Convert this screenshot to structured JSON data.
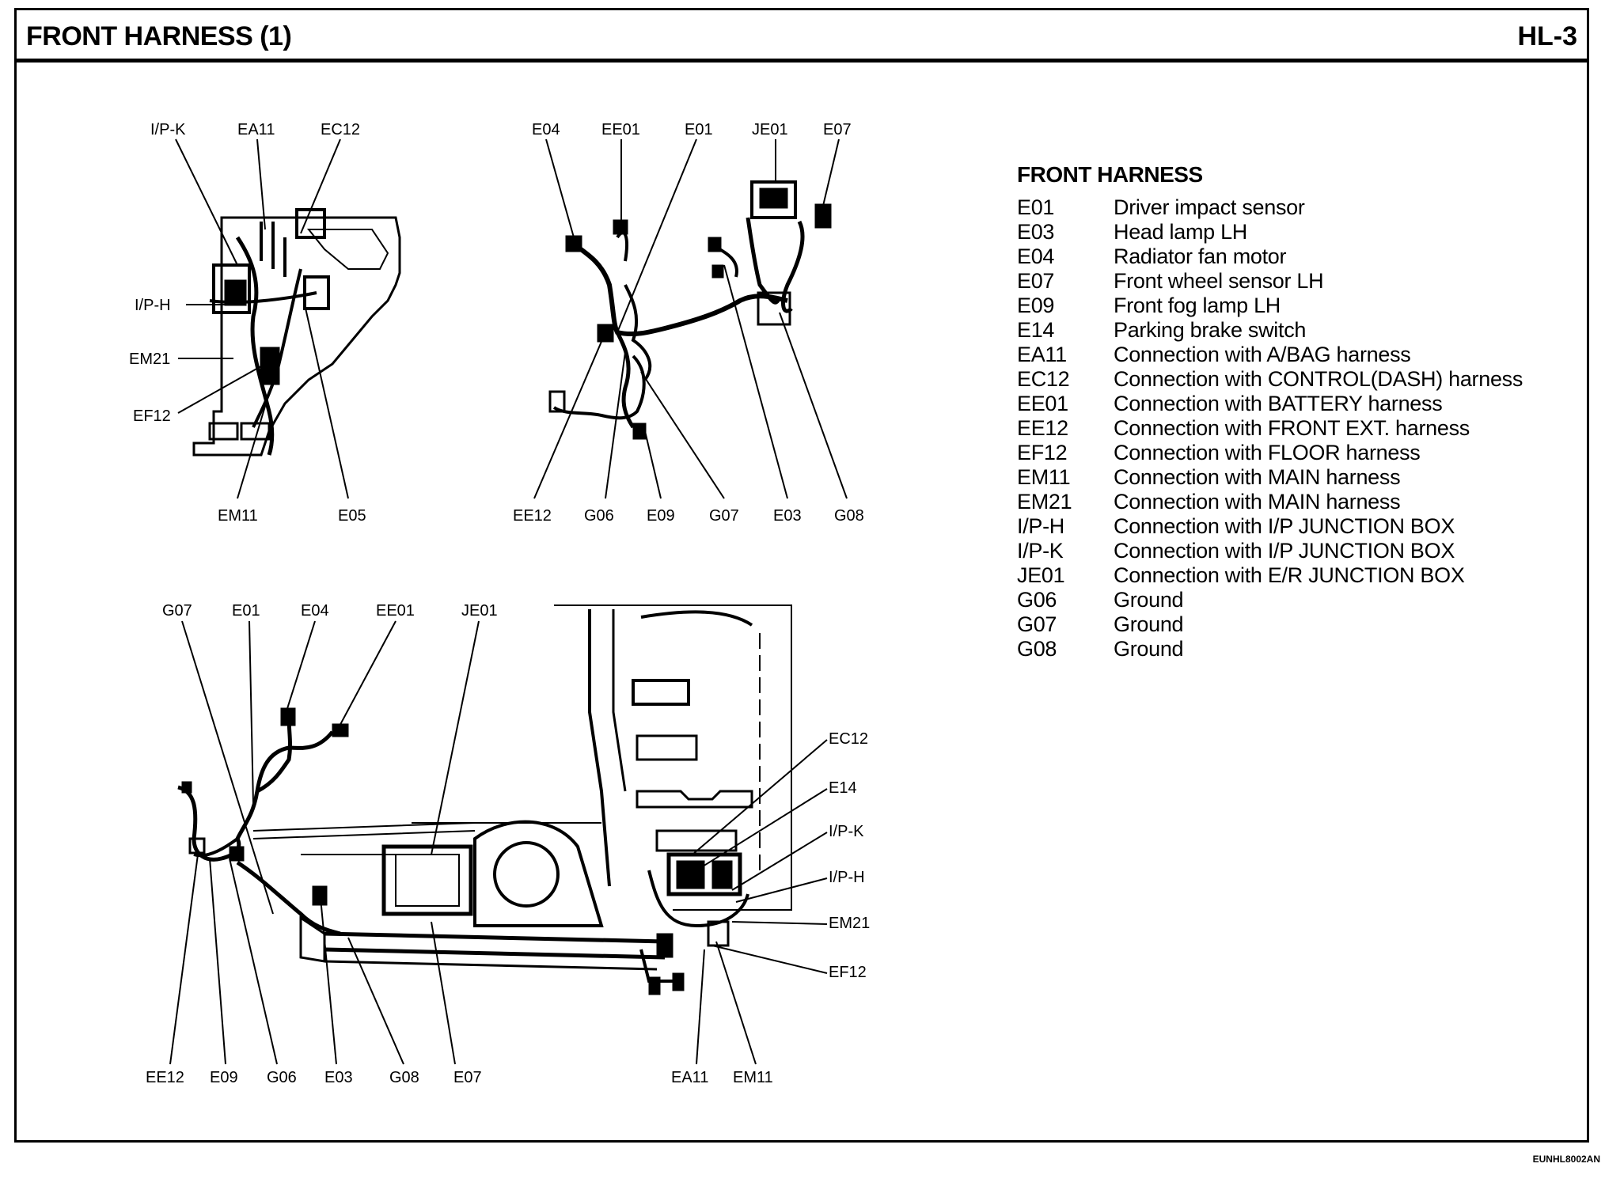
{
  "header": {
    "title": "FRONT HARNESS (1)",
    "page_code": "HL-3"
  },
  "diagram1": {
    "labels": {
      "ipk": "I/P-K",
      "ea11": "EA11",
      "ec12": "EC12",
      "iph": "I/P-H",
      "em21": "EM21",
      "ef12": "EF12",
      "em11": "EM11",
      "e05": "E05"
    }
  },
  "diagram2": {
    "labels": {
      "e04": "E04",
      "ee01": "EE01",
      "e01": "E01",
      "je01": "JE01",
      "e07": "E07",
      "ee12": "EE12",
      "g06": "G06",
      "e09": "E09",
      "g07": "G07",
      "e03": "E03",
      "g08": "G08"
    }
  },
  "diagram3": {
    "top_labels": {
      "g07": "G07",
      "e01": "E01",
      "e04": "E04",
      "ee01": "EE01",
      "je01": "JE01"
    },
    "right_labels": {
      "ec12": "EC12",
      "e14": "E14",
      "ipk": "I/P-K",
      "iph": "I/P-H",
      "em21": "EM21",
      "ef12": "EF12"
    },
    "bottom_labels": {
      "ee12": "EE12",
      "e09": "E09",
      "g06": "G06",
      "e03": "E03",
      "g08": "G08",
      "e07": "E07",
      "ea11": "EA11",
      "em11": "EM11"
    }
  },
  "legend": {
    "heading": "FRONT HARNESS",
    "rows": [
      {
        "code": "E01",
        "desc": "Driver impact sensor"
      },
      {
        "code": "E03",
        "desc": "Head lamp LH"
      },
      {
        "code": "E04",
        "desc": "Radiator fan motor"
      },
      {
        "code": "E07",
        "desc": "Front wheel sensor LH"
      },
      {
        "code": "E09",
        "desc": "Front fog lamp LH"
      },
      {
        "code": "E14",
        "desc": "Parking brake switch"
      },
      {
        "code": "EA11",
        "desc": "Connection with A/BAG harness"
      },
      {
        "code": "EC12",
        "desc": "Connection with CONTROL(DASH) harness"
      },
      {
        "code": "EE01",
        "desc": "Connection with BATTERY harness"
      },
      {
        "code": "EE12",
        "desc": "Connection with FRONT EXT. harness"
      },
      {
        "code": "EF12",
        "desc": "Connection with FLOOR harness"
      },
      {
        "code": "EM11",
        "desc": "Connection with MAIN harness"
      },
      {
        "code": "EM21",
        "desc": "Connection with MAIN harness"
      },
      {
        "code": "I/P-H",
        "desc": "Connection with I/P JUNCTION BOX"
      },
      {
        "code": "I/P-K",
        "desc": "Connection with I/P JUNCTION BOX"
      },
      {
        "code": "JE01",
        "desc": "Connection with E/R JUNCTION BOX"
      },
      {
        "code": "G06",
        "desc": "Ground"
      },
      {
        "code": "G07",
        "desc": "Ground"
      },
      {
        "code": "G08",
        "desc": "Ground"
      }
    ]
  },
  "footer": {
    "doc_id": "EUNHL8002AN"
  }
}
